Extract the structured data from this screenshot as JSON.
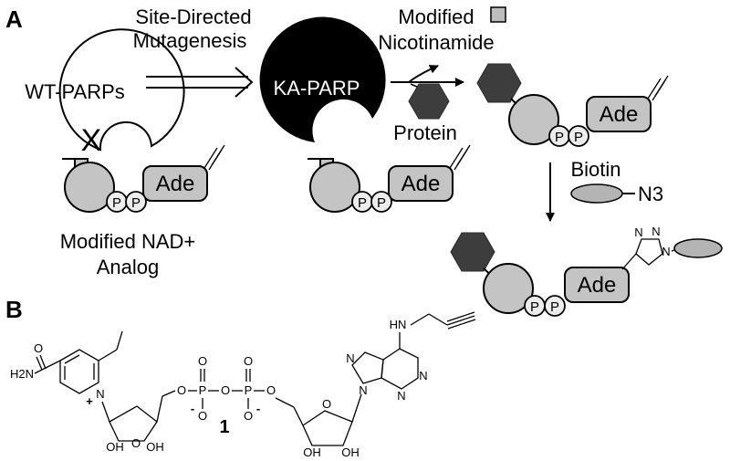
{
  "panels": {
    "a": "A",
    "b": "B"
  },
  "labels": {
    "site_directed_1": "Site-Directed",
    "site_directed_2": "Mutagenesis",
    "wt_parps": "WT-PARPs",
    "ka_parp": "KA-PARP",
    "modified_1": "Modified",
    "modified_2": "Nicotinamide",
    "protein": "Protein",
    "biotin": "Biotin",
    "n3": "N3",
    "nad_1": "Modified NAD+",
    "nad_2": "Analog",
    "x_mark": "X"
  },
  "nad_parts": {
    "ade": "Ade",
    "p": "P"
  },
  "chem": {
    "h2n": "H2N",
    "o_amide": "O",
    "n_plus": "N",
    "plus": "+",
    "o": "O",
    "p": "P",
    "o_minus": "O",
    "minus": "-",
    "oh": "OH",
    "hn": "HN",
    "n": "N",
    "compound": "1"
  },
  "colors": {
    "protein_dark": "#3d3d3d",
    "ribose_grey": "#c4c4c4",
    "ka_parp_fill": "#000000",
    "small_square": "#bdbdbd"
  }
}
